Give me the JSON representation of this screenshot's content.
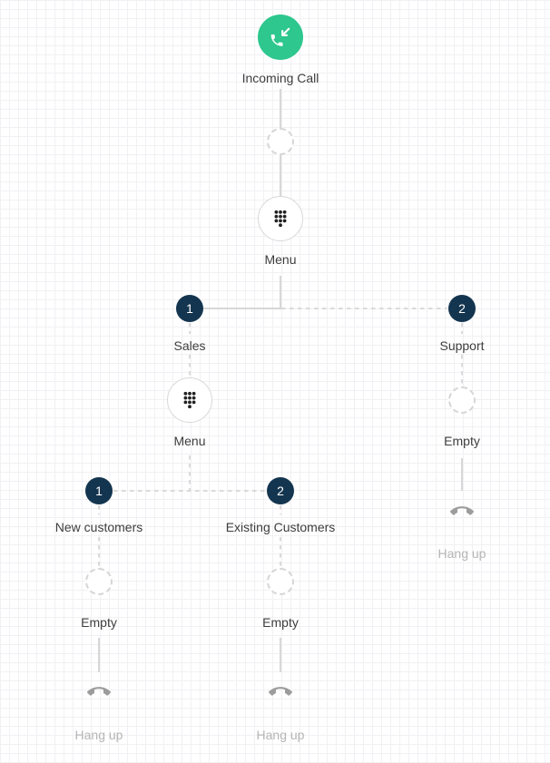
{
  "canvas": {
    "type": "call-flow-editor-grid",
    "colors": {
      "incoming_green": "#2ec78e",
      "key_navy": "#14354f",
      "connector_gray": "#d7d7d7",
      "grid_line": "#f1f1f5",
      "label_dark": "#3d3d3d",
      "label_muted": "#b5b5b5",
      "hangup_icon_gray": "#9c9c9c",
      "dialpad_icon_dark": "#212121"
    }
  },
  "nodes": {
    "incoming": {
      "label": "Incoming Call",
      "icon": "phone-incoming-icon"
    },
    "menu_root": {
      "label": "Menu",
      "icon": "dialpad-icon"
    },
    "key_sales": {
      "key": "1",
      "label": "Sales"
    },
    "key_support": {
      "key": "2",
      "label": "Support"
    },
    "menu_sales": {
      "label": "Menu",
      "icon": "dialpad-icon"
    },
    "key_new_customers": {
      "key": "1",
      "label": "New customers"
    },
    "key_existing_customers": {
      "key": "2",
      "label": "Existing Customers"
    },
    "empty_support": {
      "label": "Empty"
    },
    "empty_new_customers": {
      "label": "Empty"
    },
    "empty_existing_customers": {
      "label": "Empty"
    },
    "hangup_support": {
      "label": "Hang up",
      "icon": "hang-up-icon"
    },
    "hangup_new_customers": {
      "label": "Hang up",
      "icon": "hang-up-icon"
    },
    "hangup_existing_customers": {
      "label": "Hang up",
      "icon": "hang-up-icon"
    }
  }
}
